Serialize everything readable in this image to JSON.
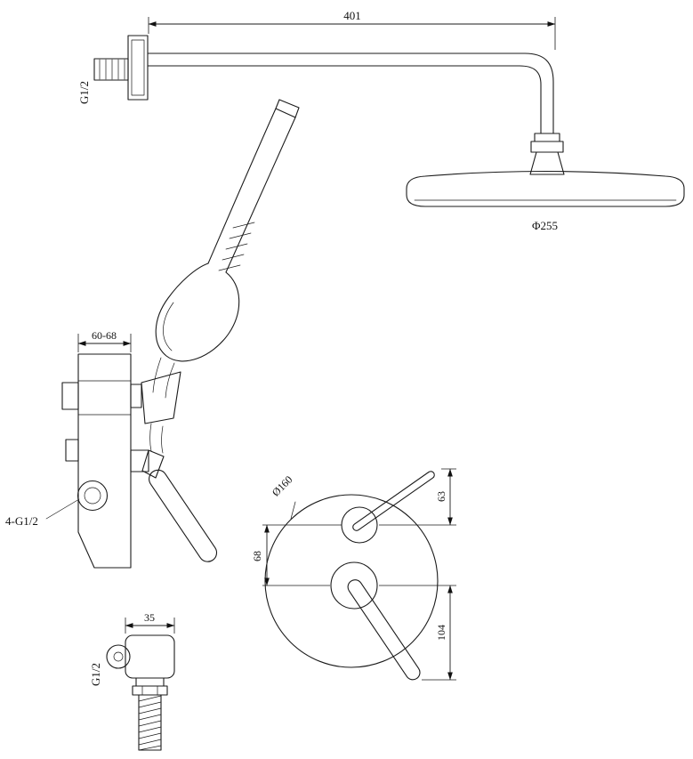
{
  "drawing": {
    "arm_length": "401",
    "arm_inlet_thread": "G1/2",
    "head_diameter": "Φ255",
    "valve_width": "60-68",
    "valve_thread": "4-G1/2",
    "plate_diameter": "Ø160",
    "plate_top_offset": "63",
    "plate_handle_gap": "68",
    "plate_bottom_offset": "104",
    "outlet_width": "35",
    "outlet_thread": "G1/2"
  }
}
